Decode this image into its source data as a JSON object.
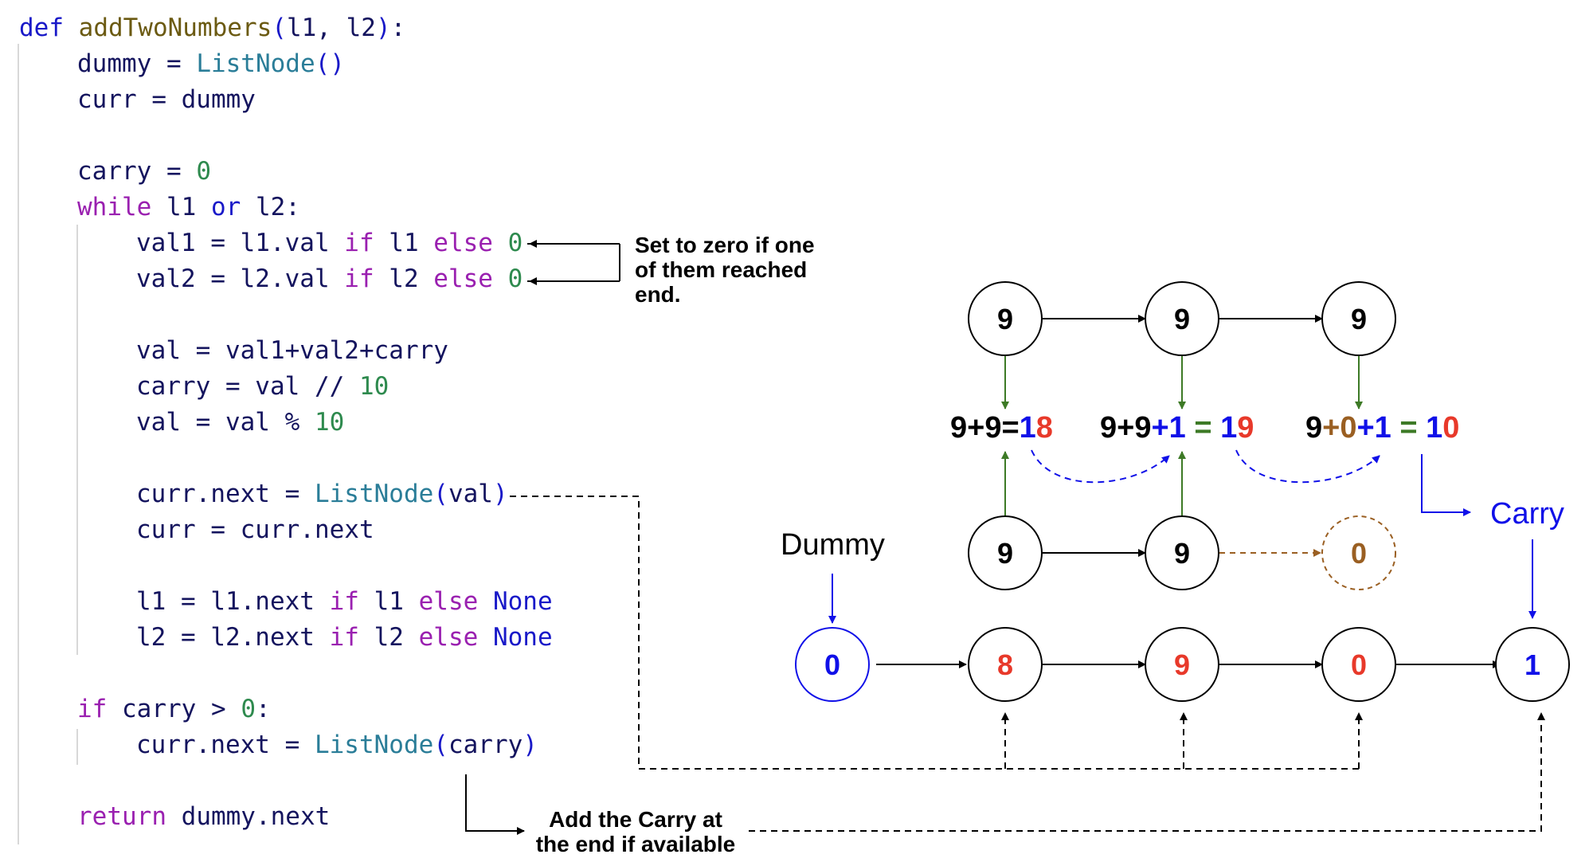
{
  "colors": {
    "keyword": "#1919c8",
    "control": "#9a20b0",
    "function": "#6b5a12",
    "builtin": "#2a7d98",
    "number": "#2e8a4e",
    "identifier": "#14145e",
    "red": "#e8392a",
    "blue": "#1010e8",
    "green": "#3d7a26",
    "brown": "#9a5f22",
    "black": "#000000"
  },
  "code": [
    {
      "tokens": [
        {
          "t": "def ",
          "c": "keyword"
        },
        {
          "t": "addTwoNumbers",
          "c": "function"
        },
        {
          "t": "(",
          "c": "keyword"
        },
        {
          "t": "l1",
          "c": "identifier"
        },
        {
          "t": ", ",
          "c": "identifier"
        },
        {
          "t": "l2",
          "c": "identifier"
        },
        {
          "t": ")",
          "c": "keyword"
        },
        {
          "t": ":",
          "c": "identifier"
        }
      ]
    },
    {
      "tokens": [
        {
          "t": "dummy = ",
          "c": "identifier"
        },
        {
          "t": "ListNode",
          "c": "builtin"
        },
        {
          "t": "()",
          "c": "keyword"
        }
      ]
    },
    {
      "tokens": [
        {
          "t": "curr = dummy",
          "c": "identifier"
        }
      ]
    },
    {
      "tokens": [
        {
          "t": "carry = ",
          "c": "identifier"
        },
        {
          "t": "0",
          "c": "number"
        }
      ]
    },
    {
      "tokens": [
        {
          "t": "while ",
          "c": "control"
        },
        {
          "t": "l1 ",
          "c": "identifier"
        },
        {
          "t": "or ",
          "c": "keyword"
        },
        {
          "t": "l2:",
          "c": "identifier"
        }
      ]
    },
    {
      "tokens": [
        {
          "t": "val1 = l1.val ",
          "c": "identifier"
        },
        {
          "t": "if ",
          "c": "control"
        },
        {
          "t": "l1 ",
          "c": "identifier"
        },
        {
          "t": "else ",
          "c": "control"
        },
        {
          "t": "0",
          "c": "number"
        }
      ]
    },
    {
      "tokens": [
        {
          "t": "val2 = l2.val ",
          "c": "identifier"
        },
        {
          "t": "if ",
          "c": "control"
        },
        {
          "t": "l2 ",
          "c": "identifier"
        },
        {
          "t": "else ",
          "c": "control"
        },
        {
          "t": "0",
          "c": "number"
        }
      ]
    },
    {
      "tokens": [
        {
          "t": "val = val1+val2+carry",
          "c": "identifier"
        }
      ]
    },
    {
      "tokens": [
        {
          "t": "carry = val // ",
          "c": "identifier"
        },
        {
          "t": "10",
          "c": "number"
        }
      ]
    },
    {
      "tokens": [
        {
          "t": "val = val % ",
          "c": "identifier"
        },
        {
          "t": "10",
          "c": "number"
        }
      ]
    },
    {
      "tokens": [
        {
          "t": "curr.next = ",
          "c": "identifier"
        },
        {
          "t": "ListNode",
          "c": "builtin"
        },
        {
          "t": "(",
          "c": "keyword"
        },
        {
          "t": "val",
          "c": "identifier"
        },
        {
          "t": ")",
          "c": "keyword"
        }
      ]
    },
    {
      "tokens": [
        {
          "t": "curr = curr.next",
          "c": "identifier"
        }
      ]
    },
    {
      "tokens": [
        {
          "t": "l1 = l1.next ",
          "c": "identifier"
        },
        {
          "t": "if ",
          "c": "control"
        },
        {
          "t": "l1 ",
          "c": "identifier"
        },
        {
          "t": "else ",
          "c": "control"
        },
        {
          "t": "None",
          "c": "keyword"
        }
      ]
    },
    {
      "tokens": [
        {
          "t": "l2 = l2.next ",
          "c": "identifier"
        },
        {
          "t": "if ",
          "c": "control"
        },
        {
          "t": "l2 ",
          "c": "identifier"
        },
        {
          "t": "else ",
          "c": "control"
        },
        {
          "t": "None",
          "c": "keyword"
        }
      ]
    },
    {
      "tokens": [
        {
          "t": "if ",
          "c": "control"
        },
        {
          "t": "carry > ",
          "c": "identifier"
        },
        {
          "t": "0",
          "c": "number"
        },
        {
          "t": ":",
          "c": "identifier"
        }
      ]
    },
    {
      "tokens": [
        {
          "t": "curr.next = ",
          "c": "identifier"
        },
        {
          "t": "ListNode",
          "c": "builtin"
        },
        {
          "t": "(",
          "c": "keyword"
        },
        {
          "t": "carry",
          "c": "identifier"
        },
        {
          "t": ")",
          "c": "keyword"
        }
      ]
    },
    {
      "tokens": [
        {
          "t": "return ",
          "c": "control"
        },
        {
          "t": "dummy.next",
          "c": "identifier"
        }
      ]
    }
  ],
  "notes": {
    "zero_note": "Set to zero if one\nof them reached\nend.",
    "carry_note": "Add the Carry at\nthe end if available"
  },
  "labels": {
    "dummy": "Dummy",
    "carry": "Carry"
  },
  "nodes": {
    "l1": [
      {
        "v": "9",
        "c": "black"
      },
      {
        "v": "9",
        "c": "black"
      },
      {
        "v": "9",
        "c": "black"
      }
    ],
    "l2": [
      {
        "v": "9",
        "c": "black"
      },
      {
        "v": "9",
        "c": "black"
      },
      {
        "v": "0",
        "c": "brown"
      }
    ],
    "result": [
      {
        "v": "0",
        "c": "blue"
      },
      {
        "v": "8",
        "c": "red"
      },
      {
        "v": "9",
        "c": "red"
      },
      {
        "v": "0",
        "c": "red"
      },
      {
        "v": "1",
        "c": "blue"
      }
    ]
  },
  "sums": [
    [
      {
        "t": "9+9=",
        "c": "black"
      },
      {
        "t": "1",
        "c": "blue"
      },
      {
        "t": "8",
        "c": "red"
      }
    ],
    [
      {
        "t": "9+9",
        "c": "black"
      },
      {
        "t": "+1",
        "c": "blue"
      },
      {
        "t": " = ",
        "c": "green"
      },
      {
        "t": "1",
        "c": "blue"
      },
      {
        "t": "9",
        "c": "red"
      }
    ],
    [
      {
        "t": "9",
        "c": "black"
      },
      {
        "t": "+0",
        "c": "brown"
      },
      {
        "t": "+1",
        "c": "blue"
      },
      {
        "t": " = ",
        "c": "green"
      },
      {
        "t": "1",
        "c": "blue"
      },
      {
        "t": "0",
        "c": "red"
      }
    ]
  ]
}
